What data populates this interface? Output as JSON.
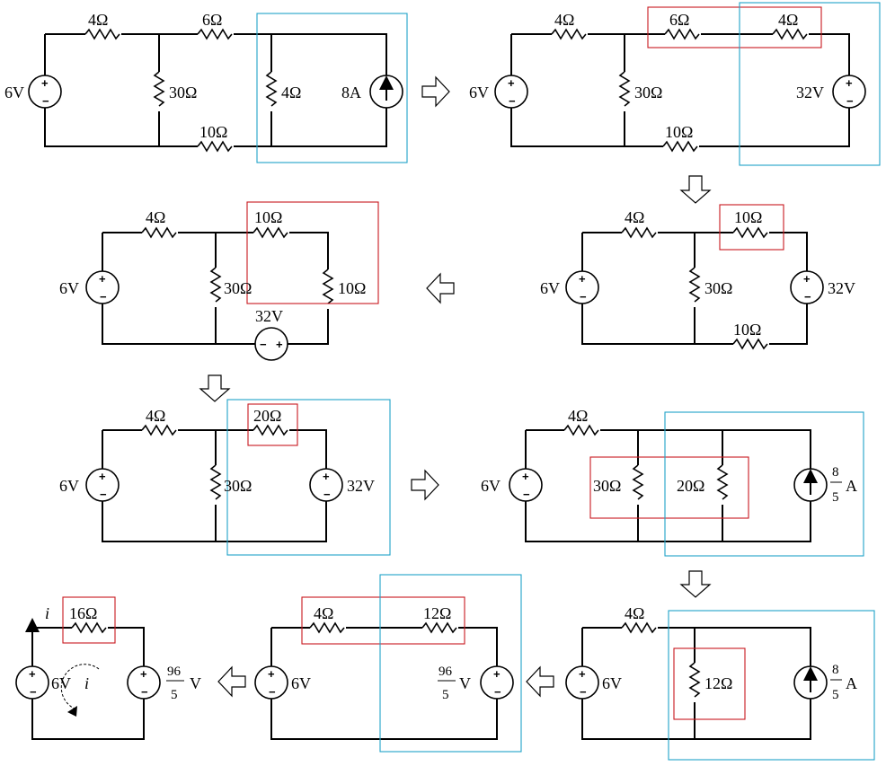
{
  "colors": {
    "wire": "#000000",
    "highlight_red": "#c8181e",
    "highlight_cyan": "#1fa3c8"
  },
  "icons": {
    "step_arrow": "hollow-block-arrow",
    "current_source": "circle-with-up-arrow",
    "voltage_source": "circle-with-plus-minus"
  },
  "panels": {
    "p1": {
      "r_4": "4Ω",
      "r_6": "6Ω",
      "r_30": "30Ω",
      "r_10": "10Ω",
      "r_4b": "4Ω",
      "v_src": "6V",
      "i_src": "8A"
    },
    "p2": {
      "r_4": "4Ω",
      "r_6": "6Ω",
      "r_4b": "4Ω",
      "r_30": "30Ω",
      "r_10": "10Ω",
      "v_src": "6V",
      "v_src2": "32V"
    },
    "p3": {
      "r_4": "4Ω",
      "r_10a": "10Ω",
      "r_30": "30Ω",
      "r_10b": "10Ω",
      "v_src": "6V",
      "v_src2": "32V"
    },
    "p4": {
      "r_4": "4Ω",
      "r_10": "10Ω",
      "r_30": "30Ω",
      "r_10b": "10Ω",
      "v_src": "6V",
      "v_src2": "32V"
    },
    "p5": {
      "r_4": "4Ω",
      "r_20": "20Ω",
      "r_30": "30Ω",
      "v_src": "6V",
      "v_src2": "32V"
    },
    "p6": {
      "r_4": "4Ω",
      "r_30": "30Ω",
      "r_20": "20Ω",
      "v_src": "6V",
      "i_num": "8",
      "i_den": "5",
      "i_unit": "A"
    },
    "p7": {
      "r_4": "4Ω",
      "r_12": "12Ω",
      "v_src": "6V",
      "i_num": "8",
      "i_den": "5",
      "i_unit": "A"
    },
    "p8": {
      "r_4": "4Ω",
      "r_12": "12Ω",
      "v_src": "6V",
      "v_num": "96",
      "v_den": "5",
      "v_unit": "V"
    },
    "p9": {
      "r_16": "16Ω",
      "v_src": "6V",
      "current": "i",
      "loop_current": "i",
      "v_num": "96",
      "v_den": "5",
      "v_unit": "V"
    }
  }
}
